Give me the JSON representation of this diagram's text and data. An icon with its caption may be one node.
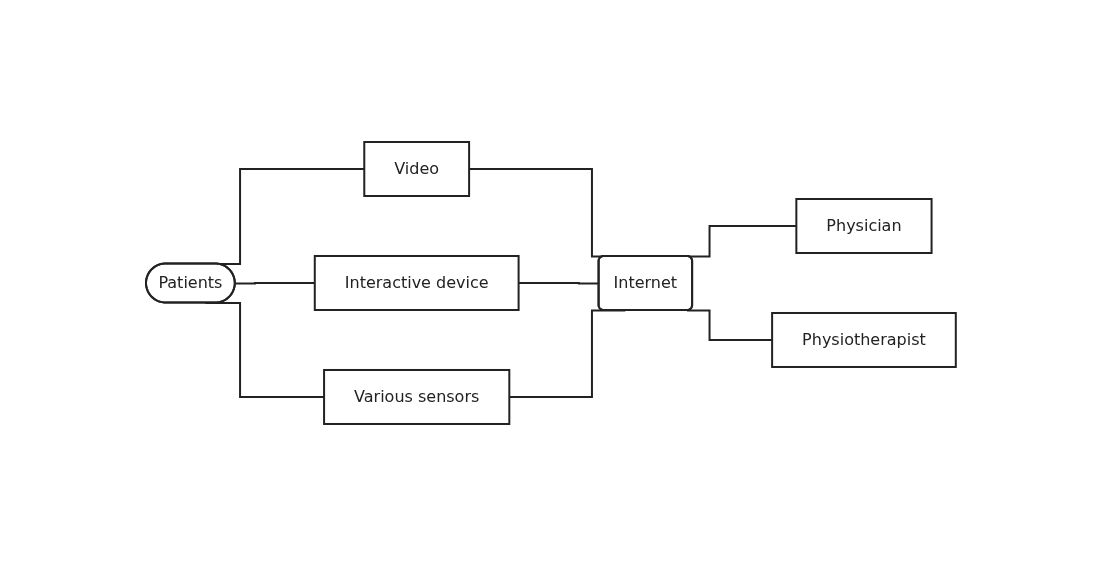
{
  "diagram": {
    "nodes": [
      {
        "text": [
          "Patients"
        ]
      },
      {
        "text": [
          "Video"
        ]
      },
      {
        "text": [
          "Interactive device"
        ]
      },
      {
        "text": [
          "Various sensors"
        ]
      },
      {
        "text": [
          "Internet"
        ]
      },
      {
        "text": [
          "Physician"
        ]
      },
      {
        "text": [
          "Physiotherapist"
        ]
      }
    ],
    "edges": [
      {
        "from": 0,
        "to": 1,
        "arrow": "none"
      },
      {
        "from": 0,
        "to": 2,
        "arrow": "none"
      },
      {
        "from": 0,
        "to": 3,
        "arrow": "none"
      },
      {
        "from": 1,
        "to": 4,
        "arrow": "none"
      },
      {
        "from": 2,
        "to": 4,
        "arrow": "none"
      },
      {
        "from": 3,
        "to": 4,
        "arrow": "none"
      },
      {
        "from": 4,
        "to": 5,
        "arrow": "none"
      },
      {
        "from": 4,
        "to": 6,
        "arrow": "none"
      }
    ]
  }
}
